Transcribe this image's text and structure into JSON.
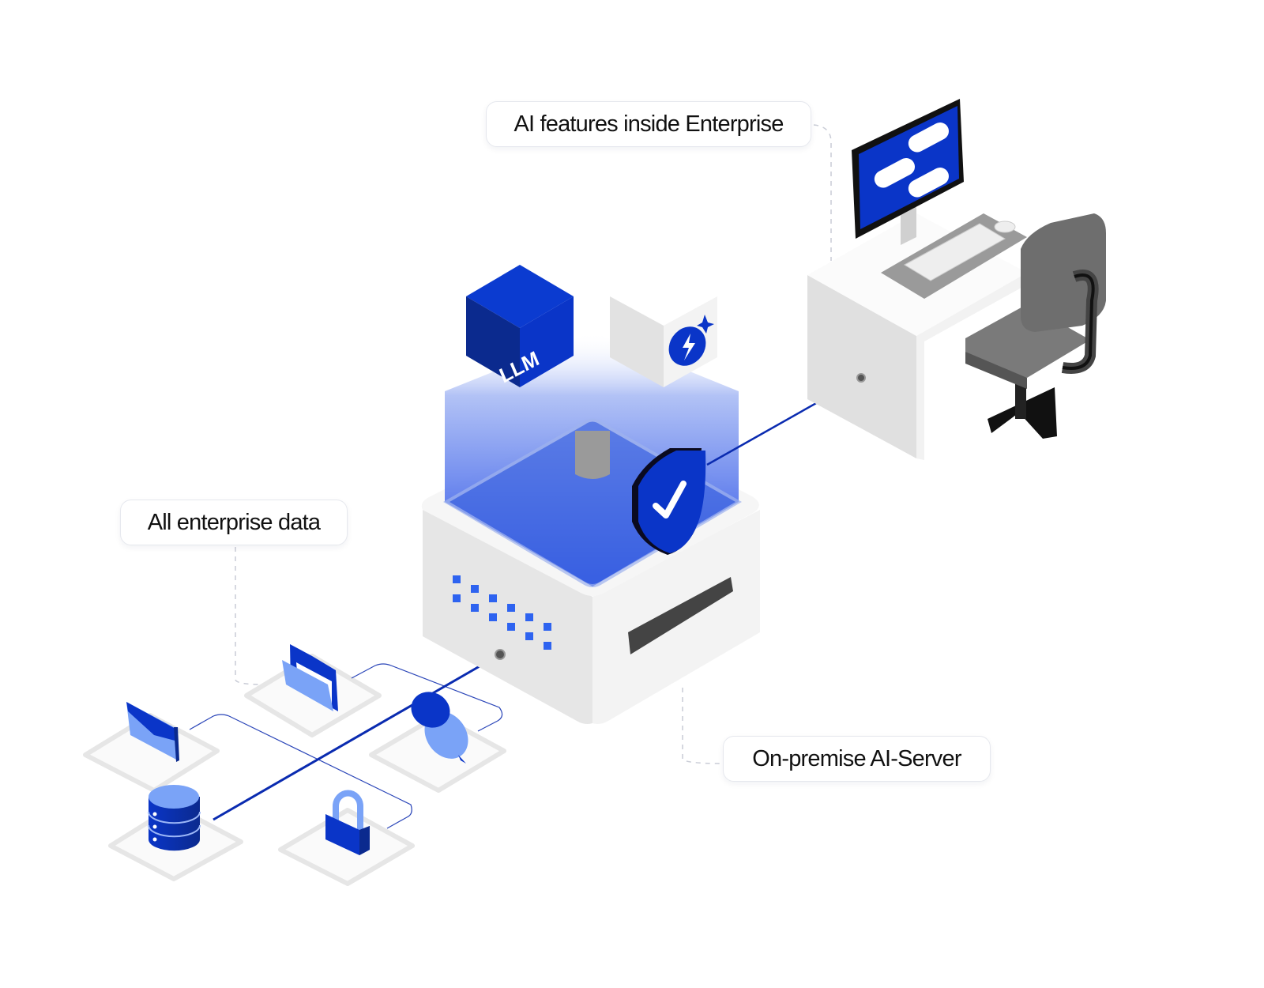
{
  "labels": {
    "ai_features": "AI features inside Enterprise",
    "enterprise_data": "All enterprise data",
    "server": "On-premise AI-Server"
  },
  "cube_label": "LLM",
  "icons": [
    "llm-cube",
    "ai-spark-icon",
    "shield-check-icon",
    "monitor-icon",
    "keyboard-icon",
    "mouse-icon",
    "office-chair-icon",
    "folder-icon",
    "mail-icon",
    "chat-icon",
    "database-icon",
    "lock-icon"
  ],
  "colors": {
    "brand_blue": "#0a35c8",
    "dark_blue": "#0b2a8e",
    "light_blue": "#7aa3f7",
    "server_gray": "#e4e4e4",
    "chair_gray": "#6e6e6e"
  }
}
